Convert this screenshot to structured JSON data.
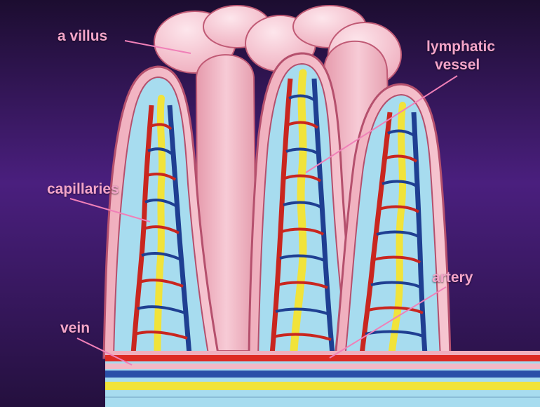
{
  "labels": {
    "villus": "a villus",
    "lymphatic_line1": "lymphatic",
    "lymphatic_line2": "vessel",
    "capillaries": "capillaries",
    "artery": "artery",
    "vein": "vein"
  },
  "colors": {
    "background_top": "#1c0d30",
    "background_mid": "#4a1f7e",
    "background_bottom": "#24103e",
    "label_text": "#f3a5c9",
    "leader_line": "#f080b8",
    "villus_surface": "#f6c3cf",
    "villus_outline": "#c05a75",
    "interior_fluid": "#9fd8ee",
    "artery": "#dd2a23",
    "vein": "#2a4fa8",
    "lymphatic": "#f1e33a"
  }
}
